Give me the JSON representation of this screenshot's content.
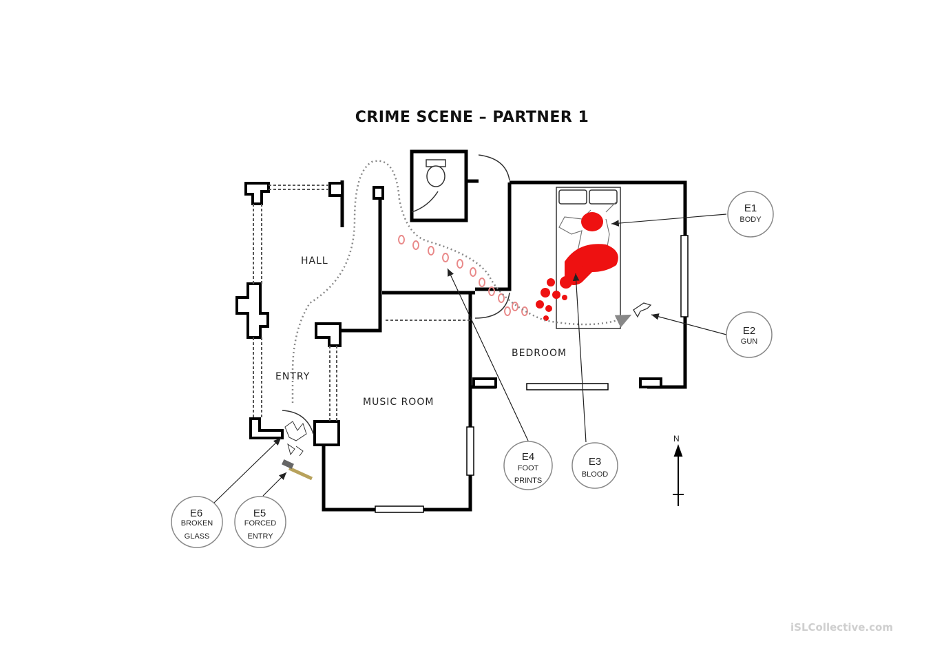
{
  "title": "CRIME SCENE – PARTNER 1",
  "rooms": {
    "hall": "HALL",
    "entry": "ENTRY",
    "music_room": "MUSIC ROOM",
    "bedroom": "BEDROOM"
  },
  "compass": "N",
  "evidence": [
    {
      "code": "E1",
      "line1": "BODY",
      "line2": ""
    },
    {
      "code": "E2",
      "line1": "GUN",
      "line2": ""
    },
    {
      "code": "E3",
      "line1": "BLOOD",
      "line2": ""
    },
    {
      "code": "E4",
      "line1": "FOOT",
      "line2": "PRINTS"
    },
    {
      "code": "E5",
      "line1": "FORCED",
      "line2": "ENTRY"
    },
    {
      "code": "E6",
      "line1": "BROKEN",
      "line2": "GLASS"
    }
  ],
  "colors": {
    "wall": "#000000",
    "blood": "#ee1111",
    "footprint": "#e98a8a"
  },
  "watermark": "iSLCollective.com"
}
